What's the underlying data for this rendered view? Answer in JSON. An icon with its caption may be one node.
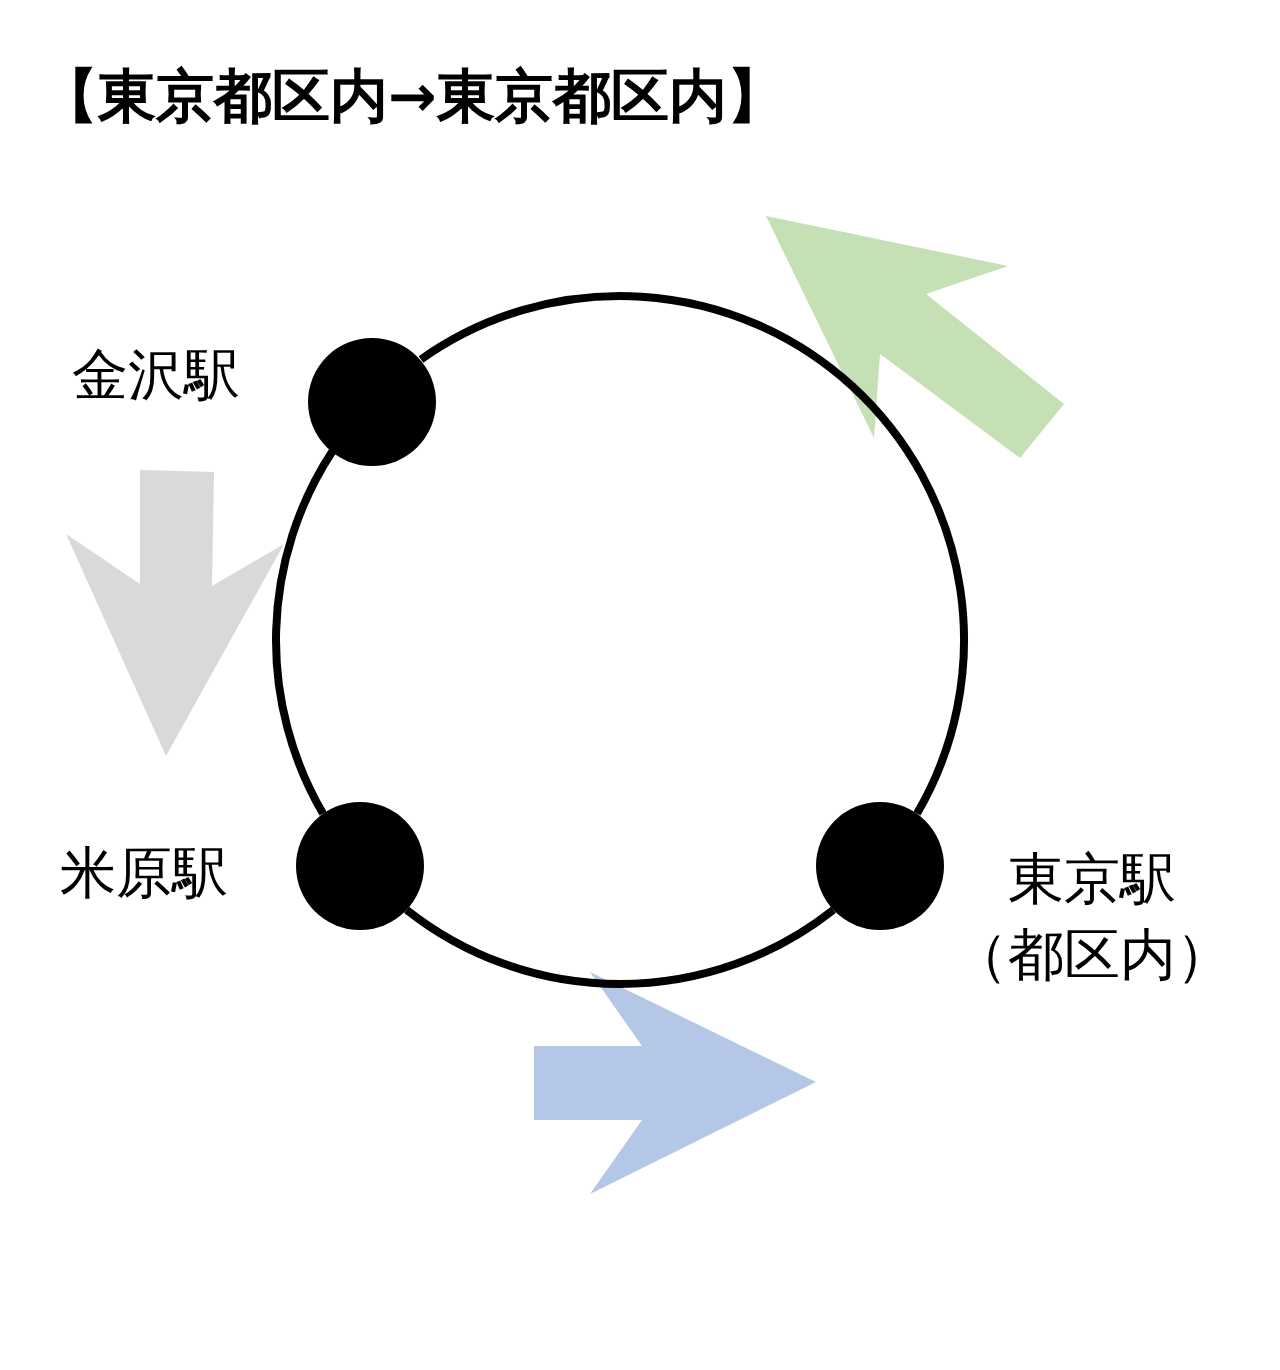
{
  "diagram": {
    "title": "【東京都区内→東京都区内】",
    "nodes": [
      {
        "text": [],
        "shape": "circle",
        "beside": [
          "金沢駅"
        ]
      },
      {
        "text": [],
        "shape": "circle",
        "beside": [
          "米原駅"
        ]
      },
      {
        "text": [],
        "shape": "circle",
        "beside": [
          "東京駅",
          "（都区内）"
        ]
      }
    ],
    "edges": [
      {
        "from": 0,
        "to": 1,
        "arrow": "none"
      },
      {
        "from": 1,
        "to": 2,
        "arrow": "none"
      },
      {
        "from": 2,
        "to": 0,
        "arrow": "none"
      }
    ]
  }
}
